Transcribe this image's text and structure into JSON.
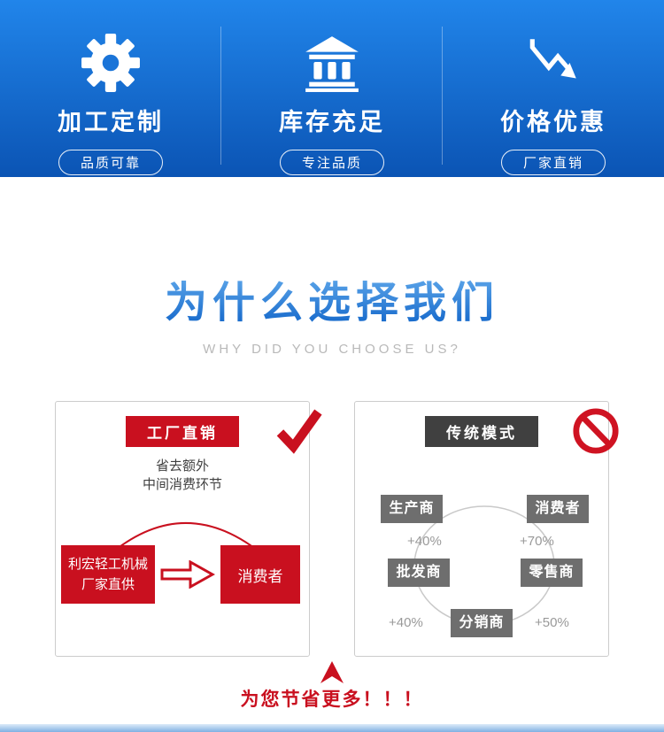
{
  "banner": {
    "features": [
      {
        "icon": "gear-icon",
        "title": "加工定制",
        "badge": "品质可靠"
      },
      {
        "icon": "bank-icon",
        "title": "库存充足",
        "badge": "专注品质"
      },
      {
        "icon": "price-drop-icon",
        "title": "价格优惠",
        "badge": "厂家直销"
      }
    ]
  },
  "why": {
    "title": "为什么选择我们",
    "subtitle": "WHY DID YOU CHOOSE US?"
  },
  "factory_card": {
    "header": "工厂直销",
    "check_icon": "check-icon",
    "note_line1": "省去额外",
    "note_line2": "中间消费环节",
    "supplier_line1": "利宏轻工机械",
    "supplier_line2": "厂家直供",
    "arrow_icon": "right-arrow-icon",
    "consumer": "消费者"
  },
  "traditional_card": {
    "header": "传统模式",
    "ban_icon": "no-entry-icon",
    "producer": "生产商",
    "consumer": "消费者",
    "wholesaler": "批发商",
    "retailer": "零售商",
    "distributor": "分销商",
    "pct_producer_wholesaler": "+40%",
    "pct_consumer_retailer": "+70%",
    "pct_wholesaler_distributor": "+40%",
    "pct_retailer_distributor": "+50%"
  },
  "footer": {
    "slogan": "为您节省更多！！！"
  },
  "colors": {
    "banner_top": "#2185ea",
    "banner_bottom": "#0b54b4",
    "red": "#c9101f",
    "dark_header": "#404040",
    "node_gray": "#6e6e6e",
    "pct_gray": "#999999",
    "title_blue_top": "#6ab1ef",
    "title_blue_bottom": "#0f63c8"
  }
}
